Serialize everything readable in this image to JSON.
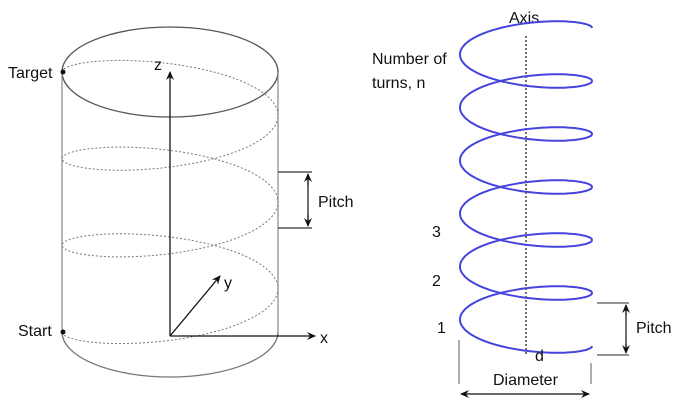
{
  "left_diagram": {
    "target_label": "Target",
    "start_label": "Start",
    "axis_z": "z",
    "axis_y": "y",
    "axis_x": "x",
    "pitch_label": "Pitch",
    "turns": 3
  },
  "right_diagram": {
    "axis_label": "Axis",
    "turns_label_line1": "Number of",
    "turns_label_line2": "turns, n",
    "turn_numbers": [
      "3",
      "2",
      "1"
    ],
    "pitch_label": "Pitch",
    "d_label": "d",
    "diameter_label": "Diameter",
    "coil_loops": 6
  },
  "colors": {
    "helix_blue": "#4444dd",
    "line": "#222222",
    "dotted": "#777777"
  }
}
